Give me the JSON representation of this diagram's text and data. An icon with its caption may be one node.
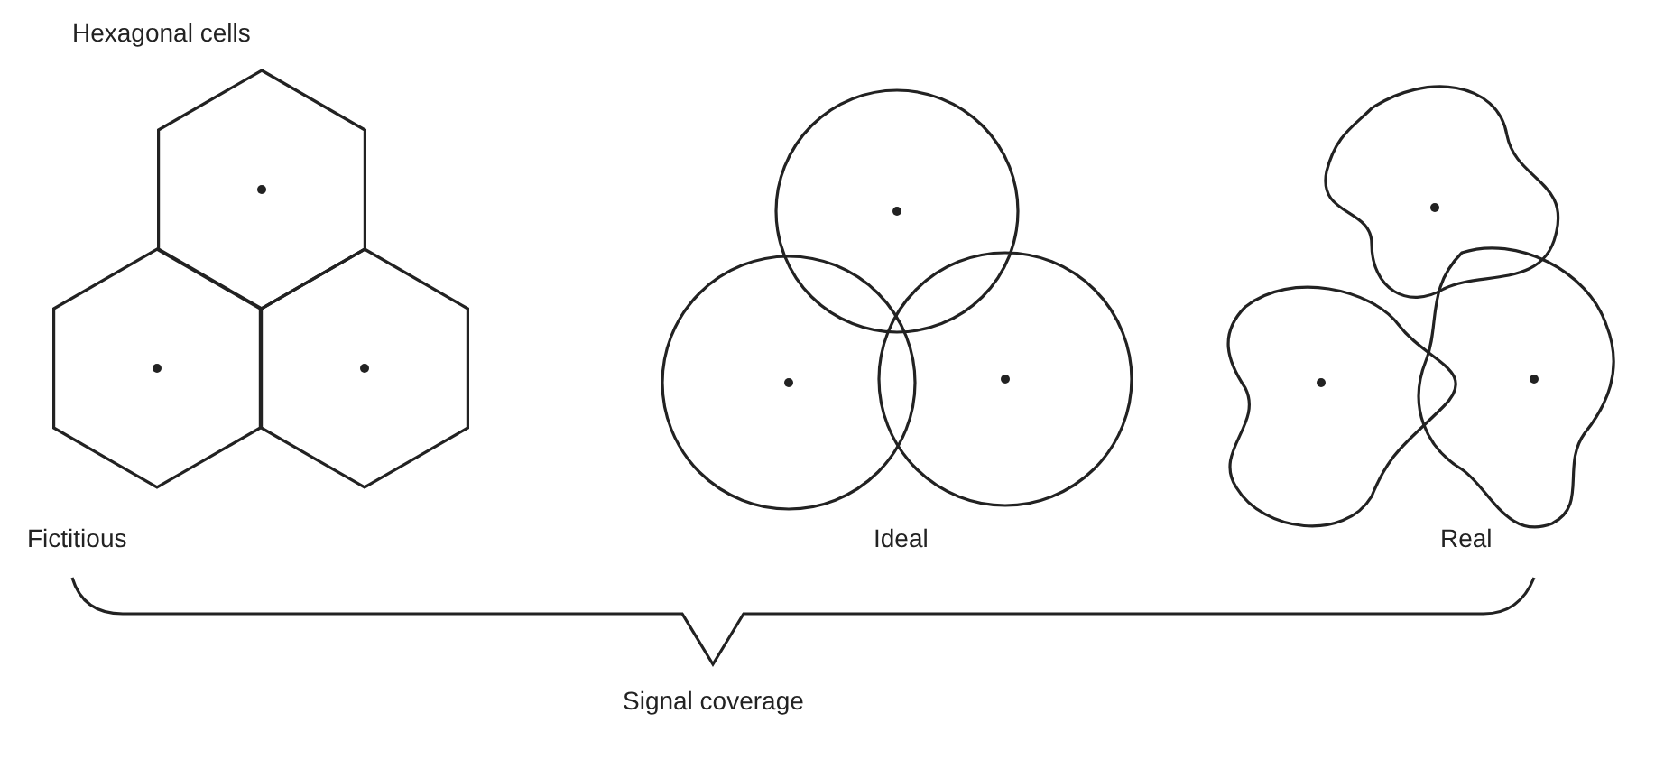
{
  "diagram": {
    "labels": [
      "Hexagonal cells",
      "Fictitious",
      "Ideal",
      "Real",
      "Signal coverage"
    ]
  }
}
